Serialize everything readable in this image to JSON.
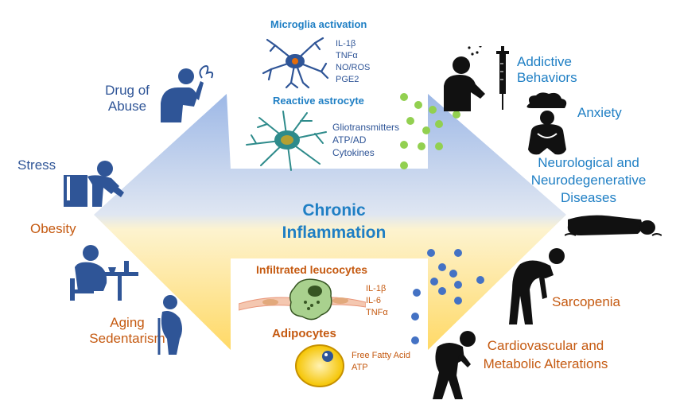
{
  "center_label": {
    "line1": "Chronic",
    "line2": "Inflammation"
  },
  "causes": {
    "drug_of_abuse": {
      "line1": "Drug of",
      "line2": "Abuse"
    },
    "stress": "Stress",
    "obesity": "Obesity",
    "aging_sedentarism": {
      "line1": "Aging",
      "line2": "Sedentarism"
    }
  },
  "consequences": {
    "addictive_behaviors": {
      "line1": "Addictive",
      "line2": "Behaviors"
    },
    "anxiety": "Anxiety",
    "neuro": {
      "line1": "Neurological and",
      "line2": "Neurodegenerative",
      "line3": "Diseases"
    },
    "sarcopenia": "Sarcopenia",
    "cardio": {
      "line1": "Cardiovascular and",
      "line2": "Metabolic Alterations"
    }
  },
  "cells": {
    "microglia": {
      "title": "Microglia activation",
      "mediators": [
        "IL-1β",
        "TNFα",
        "NO/ROS",
        "PGE2"
      ]
    },
    "astrocyte": {
      "title": "Reactive astrocyte",
      "mediators": [
        "Gliotransmitters",
        "ATP/AD",
        "Cytokines"
      ]
    },
    "leucocytes": {
      "title": "Infiltrated leucocytes",
      "mediators": [
        "IL-1β",
        "IL-6",
        "TNFα"
      ]
    },
    "adipocytes": {
      "title": "Adipocytes",
      "mediators": [
        "Free Fatty Acid",
        "ATP"
      ]
    }
  },
  "colors": {
    "arrow_top": "#9db8e6",
    "arrow_bottom": "#ffd966",
    "blue_text": "#2f5597",
    "sky_text": "#1f7fc4",
    "orange_text": "#c55a11",
    "green_dot": "#92d050",
    "blue_dot": "#4472c4"
  }
}
